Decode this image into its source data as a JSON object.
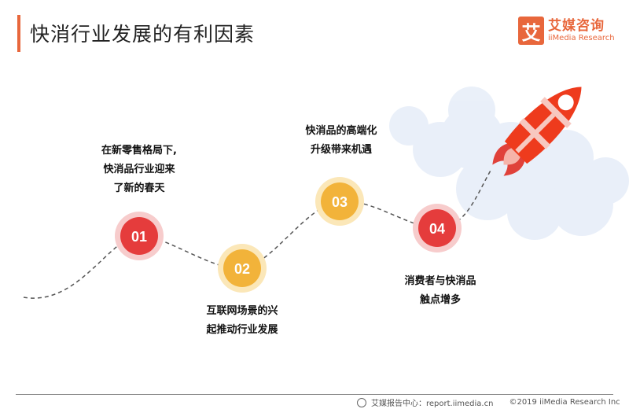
{
  "header": {
    "title": "快消行业发展的有利因素"
  },
  "logo": {
    "mark": "艾",
    "name_cn": "艾媒咨询",
    "name_en": "iiMedia Research"
  },
  "steps": [
    {
      "number": "01",
      "lines": [
        "在新零售格局下,",
        "快消品行业迎来",
        "了新的春天"
      ],
      "color": "#e53c3c"
    },
    {
      "number": "02",
      "lines": [
        "互联网场景的兴",
        "起推动行业发展"
      ],
      "color": "#f2b33a"
    },
    {
      "number": "03",
      "lines": [
        "快消品的高端化",
        "升级带来机遇"
      ],
      "color": "#f2b33a"
    },
    {
      "number": "04",
      "lines": [
        "消费者与快消品",
        "触点增多"
      ],
      "color": "#e53c3c"
    }
  ],
  "footer": {
    "source": "艾媒报告中心：report.iimedia.cn",
    "copyright": "©2019  iiMedia Research  Inc"
  }
}
